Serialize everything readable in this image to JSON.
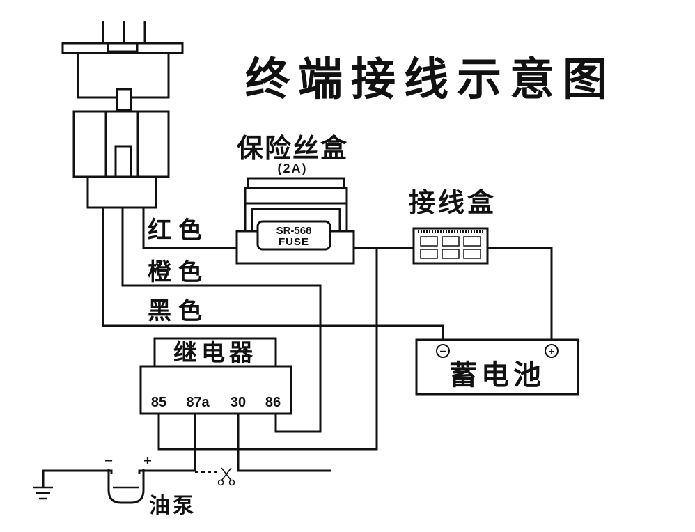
{
  "title": "终端接线示意图",
  "fuse_box": {
    "label": "保险丝盒",
    "rating": "(2A)",
    "model": "SR-568",
    "fuse_text": "FUSE"
  },
  "junction_box": {
    "label": "接线盒"
  },
  "wires": {
    "red": "红色",
    "orange": "橙色",
    "black": "黑色"
  },
  "relay": {
    "label": "继电器",
    "pins": [
      "85",
      "87a",
      "30",
      "86"
    ]
  },
  "battery": {
    "label": "蓄电池",
    "negative": "−",
    "positive": "+"
  },
  "fuel_pump": {
    "label": "油泵",
    "negative": "−",
    "positive": "+"
  },
  "colors": {
    "line": "#111111",
    "background": "#ffffff"
  }
}
